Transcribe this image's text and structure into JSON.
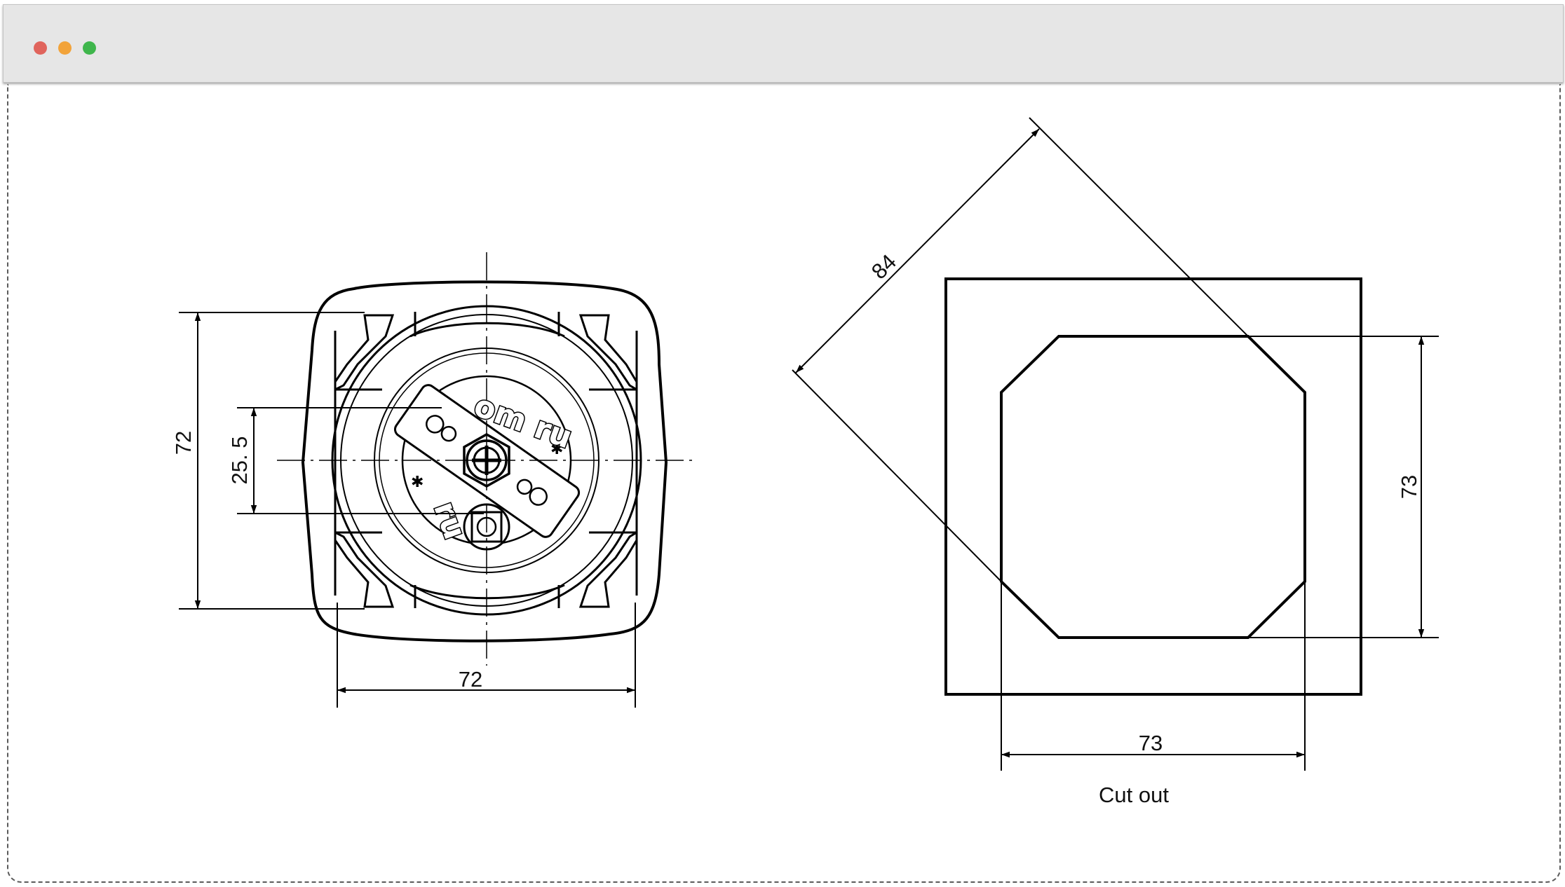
{
  "window": {
    "controls": [
      "close",
      "minimize",
      "maximize"
    ],
    "colors": {
      "close": "#e0645c",
      "minimize": "#f2a33a",
      "maximize": "#3fb64c",
      "titlebar": "#e6e6e6"
    }
  },
  "front_view": {
    "dim_width": "72",
    "dim_height": "72",
    "dim_terminal_spacing": "25. 5",
    "logo_text": "om ru",
    "logo_text_lower": "ru"
  },
  "cutout_view": {
    "dim_diagonal": "84",
    "dim_width": "73",
    "dim_height": "73",
    "caption": "Cut out"
  }
}
